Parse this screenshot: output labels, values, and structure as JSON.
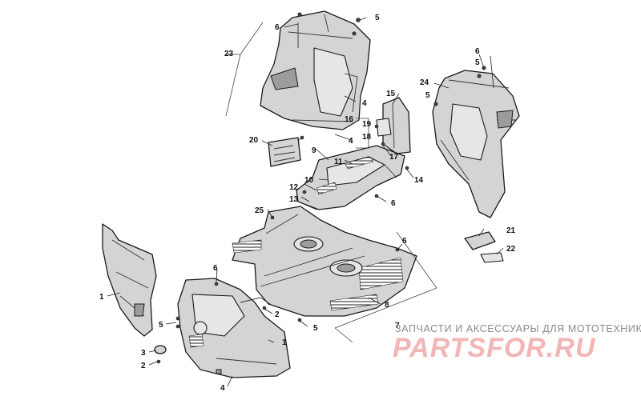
{
  "diagram": {
    "callouts": {
      "c1a": "1",
      "c1b": "1",
      "c2a": "2",
      "c2b": "2",
      "c3": "3",
      "c4a": "4",
      "c4b": "4",
      "c4c": "4",
      "c5a": "5",
      "c5b": "5",
      "c5c": "5",
      "c5d": "5",
      "c5e": "5",
      "c6a": "6",
      "c6b": "6",
      "c6c": "6",
      "c6d": "6",
      "c6e": "6",
      "c7": "7",
      "c8": "8",
      "c9": "9",
      "c10": "10",
      "c11": "11",
      "c12": "12",
      "c13": "13",
      "c14": "14",
      "c15": "15",
      "c16": "16",
      "c17": "17",
      "c18": "18",
      "c19": "19",
      "c20": "20",
      "c21": "21",
      "c22": "22",
      "c23": "23",
      "c24": "24",
      "c25": "25"
    }
  },
  "watermark": {
    "tagline": "ЗАПЧАСТИ И АКСЕССУАРЫ ДЛЯ МОТОТЕХНИКИ",
    "logo": "PARTSFOR.RU",
    "color": "#f3b6b6"
  }
}
